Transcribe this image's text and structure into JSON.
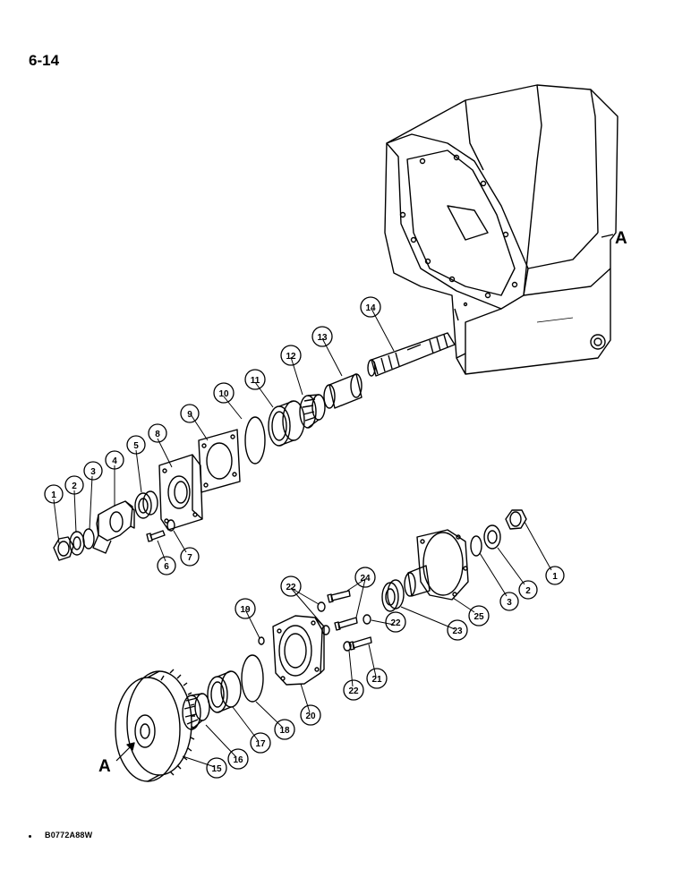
{
  "page_number": "6-14",
  "figure_code": "B0772A88W",
  "reference_label": "A",
  "callouts": [
    "1",
    "2",
    "3",
    "4",
    "5",
    "6",
    "7",
    "8",
    "9",
    "10",
    "11",
    "12",
    "13",
    "14",
    "1",
    "2",
    "3",
    "25",
    "23",
    "22",
    "24",
    "22",
    "19",
    "20",
    "22",
    "21",
    "18",
    "17",
    "16",
    "15"
  ]
}
